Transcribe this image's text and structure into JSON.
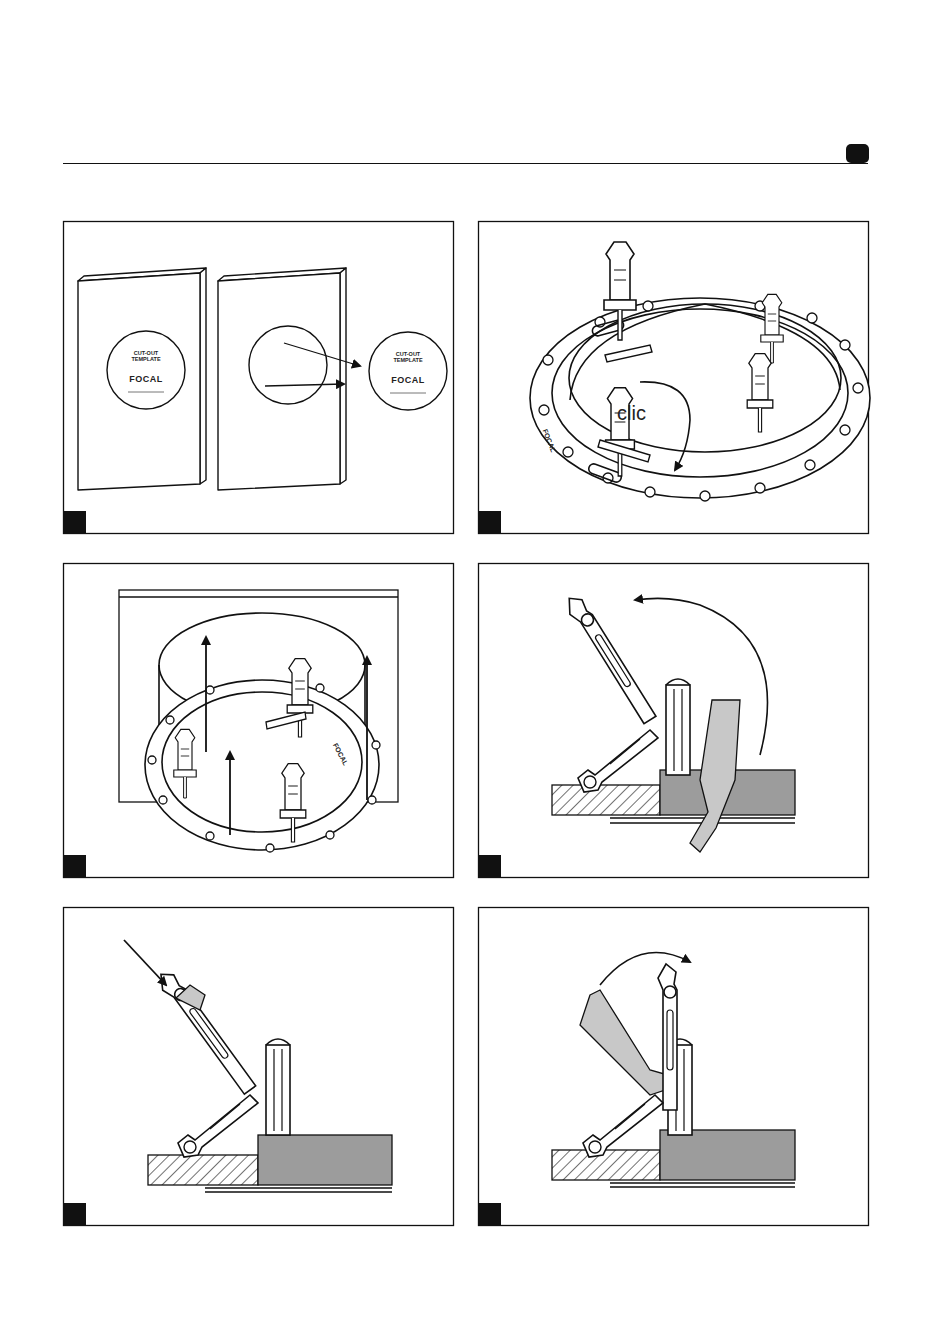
{
  "diagram": {
    "nodes": [
      {
        "text": [
          "CUT-OUT TEMPLATE",
          "FOCAL"
        ]
      },
      {
        "text": [
          "CUT-OUT TEMPLATE",
          "FOCAL"
        ]
      }
    ],
    "labels": [
      "clic",
      "FOCAL",
      "FOCAL"
    ]
  }
}
